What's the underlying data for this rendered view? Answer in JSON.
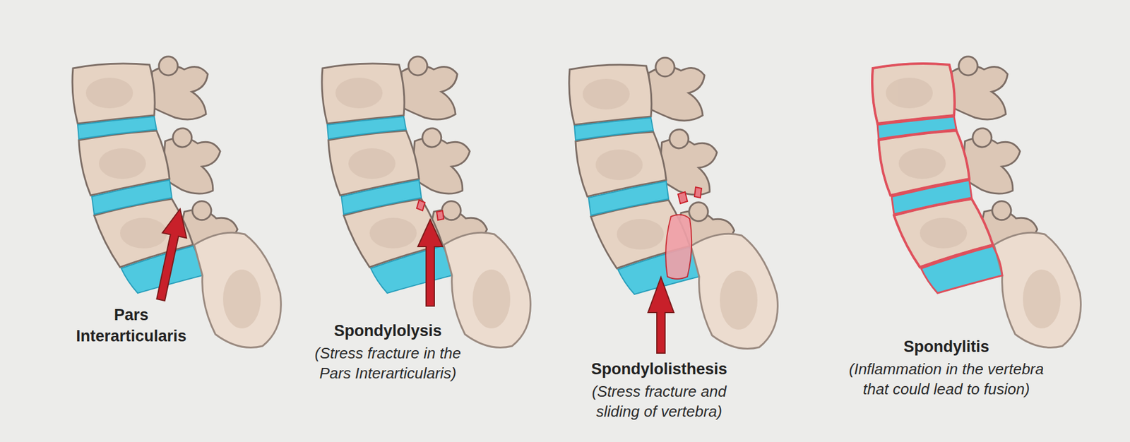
{
  "diagram": {
    "labels": [
      "Pars Interarticularis",
      "Spondylolysis",
      "(Stress fracture in the Pars Interarticularis)",
      "Spondylolisthesis",
      "(Stress fracture and sliding of vertebra)",
      "Spondylitis",
      "(Inflammation in the vertebra that could lead to fusion)"
    ]
  }
}
